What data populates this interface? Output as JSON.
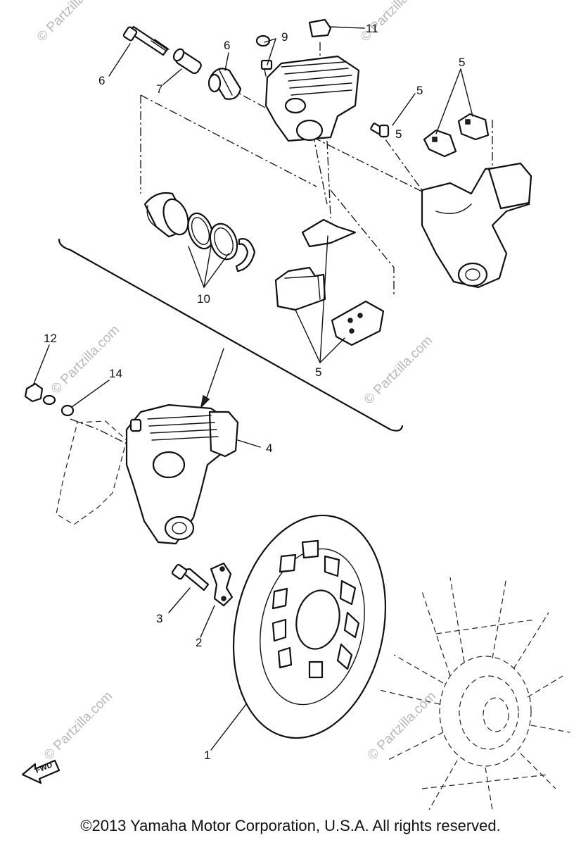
{
  "copyright": "©2013 Yamaha Motor Corporation, U.S.A. All rights reserved.",
  "watermark": "© Partzilla.com",
  "fwd_label": "FWD",
  "callouts": [
    "1",
    "2",
    "3",
    "4",
    "5",
    "5",
    "5",
    "5",
    "6",
    "6",
    "7",
    "9",
    "10",
    "11",
    "12",
    "14"
  ]
}
